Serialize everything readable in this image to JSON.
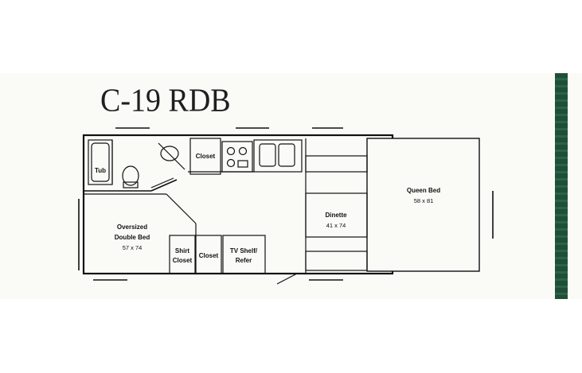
{
  "title": "C-19 RDB",
  "colors": {
    "stripe": "#1f4f37",
    "line": "#111111",
    "background": "#fafaf7"
  },
  "rooms": {
    "tub": "Tub",
    "closet_top": "Closet",
    "oversized_bed_line1": "Oversized",
    "oversized_bed_line2": "Double Bed",
    "oversized_bed_size": "57 x 74",
    "shirt_closet_line1": "Shirt",
    "shirt_closet_line2": "Closet",
    "closet_bottom": "Closet",
    "tv_shelf_line1": "TV Shelf/",
    "tv_shelf_line2": "Refer",
    "dinette": "Dinette",
    "dinette_size": "41 x 74",
    "queen_bed": "Queen Bed",
    "queen_bed_size": "58 x 81"
  }
}
